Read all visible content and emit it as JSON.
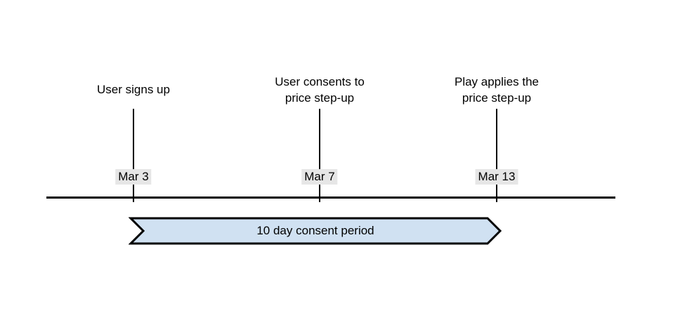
{
  "diagram": {
    "type": "timeline",
    "title": "",
    "background_color": "#ffffff",
    "axis": {
      "name": "timeline-axis",
      "color": "#000000"
    },
    "events": [
      {
        "label": "User signs up",
        "date": "Mar 3",
        "date_highlight_color": "#e6e6e6"
      },
      {
        "label": "User consents to\nprice step-up",
        "date": "Mar 7",
        "date_highlight_color": "#e6e6e6"
      },
      {
        "label": "Play applies the\nprice step-up",
        "date": "Mar 13",
        "date_highlight_color": "#e6e6e6"
      }
    ],
    "period_banner": {
      "label": "10 day consent period",
      "fill_color": "#d0e1f2",
      "stroke_color": "#000000",
      "starts_at": "Mar 3",
      "ends_at": "Mar 13",
      "duration_days": 10
    }
  }
}
